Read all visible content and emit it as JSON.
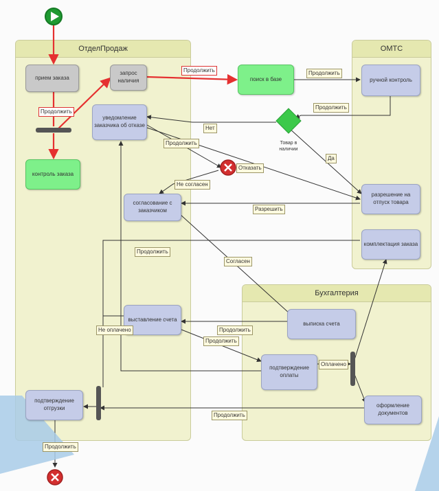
{
  "lanes": {
    "sales": "ОтделПродаж",
    "omts": "ОМТС",
    "accounting": "Бухгалтерия"
  },
  "nodes": {
    "receive_order": "прием заказа",
    "availability_request": "запрос наличия",
    "database_search": "поиск в базе",
    "manual_control": "ручной контроль",
    "order_control": "контроль заказа",
    "notify_refusal": "уведомление заказчика об отказе",
    "agree_customer": "согласование с заказчиком",
    "release_permission": "разрешение на отпуск товара",
    "order_assembly": "комплектация заказа",
    "invoice_issue": "выставление счета",
    "invoice_extract": "выписка счета",
    "payment_confirm": "подтверждение оплаты",
    "shipment_confirm": "подтверждение отгрузки",
    "docs_prepare": "оформление документов",
    "decision_label": "Товар в наличии"
  },
  "labels": {
    "continue": "Продолжить",
    "no": "Нет",
    "yes": "Да",
    "refuse": "Отказать",
    "not_agree": "Не согласен",
    "agree": "Согласен",
    "allow": "Разрешить",
    "paid": "Оплачено",
    "not_paid": "Не оплачено"
  },
  "colors": {
    "lane_fill": "#f1f2cf",
    "task_fill": "#c5cce8",
    "active_fill": "#7ef08a",
    "grey_fill": "#c9c9c9",
    "highlight_flow": "#e53030",
    "start": "#1f9a32",
    "end": "#d32f2f"
  }
}
